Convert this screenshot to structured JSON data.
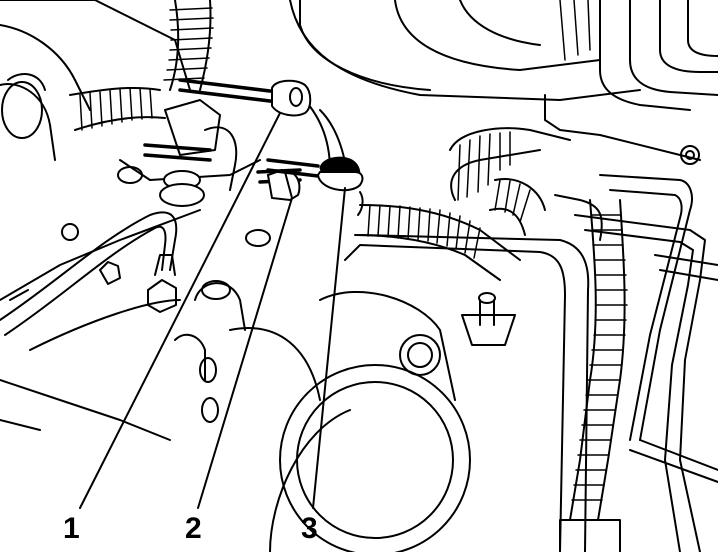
{
  "figure": {
    "callouts": [
      {
        "number": "1",
        "part": "sensor-connector"
      },
      {
        "number": "2",
        "part": "sensor-connector"
      },
      {
        "number": "3",
        "part": "sensor-connector"
      }
    ],
    "colors": {
      "line": "#000000",
      "background": "#ffffff"
    }
  }
}
